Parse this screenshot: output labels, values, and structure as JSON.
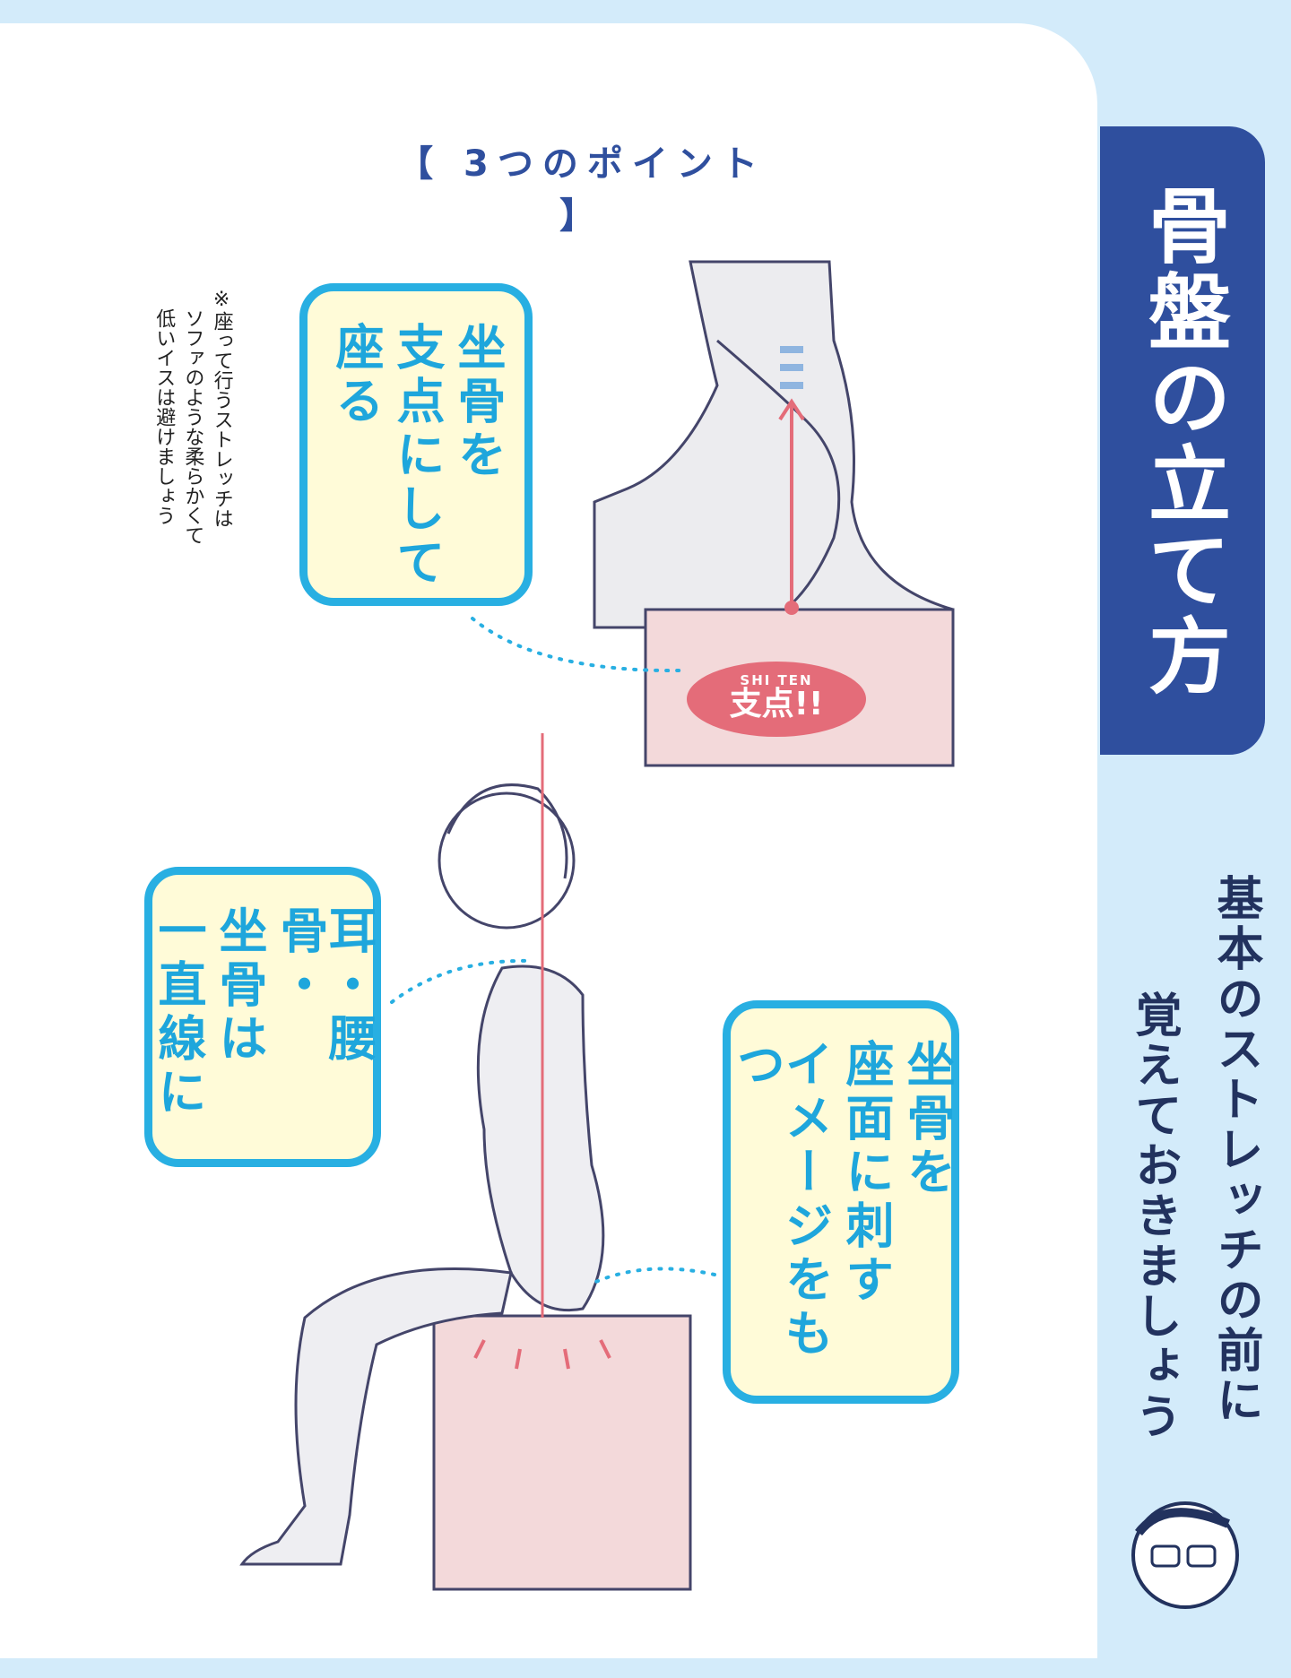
{
  "title": "【 3つのポイント 】",
  "tab_title": "骨盤の立て方",
  "subtitle": {
    "line1": "基本のストレッチの前に",
    "line2": "覚えておきましょう"
  },
  "note": {
    "lines": [
      "※座って行うストレッチは",
      "ソファのような柔らかくて",
      "低いイスは避けましょう"
    ]
  },
  "points": [
    {
      "lines": [
        "坐骨を",
        "支点にして",
        "座る"
      ]
    },
    {
      "lines": [
        "耳・腰骨・",
        "坐骨は",
        "一直線に"
      ]
    },
    {
      "lines": [
        "坐骨を",
        "座面に刺す",
        "イメージをもつ"
      ]
    }
  ],
  "bubble": {
    "reading": "SHI TEN",
    "label": "支点!!"
  },
  "colors": {
    "navy": "#2f4f9e",
    "cyan": "#28afe2",
    "yellow": "#fffbd8",
    "pink": "#f3d9da",
    "red": "#e46c79"
  }
}
